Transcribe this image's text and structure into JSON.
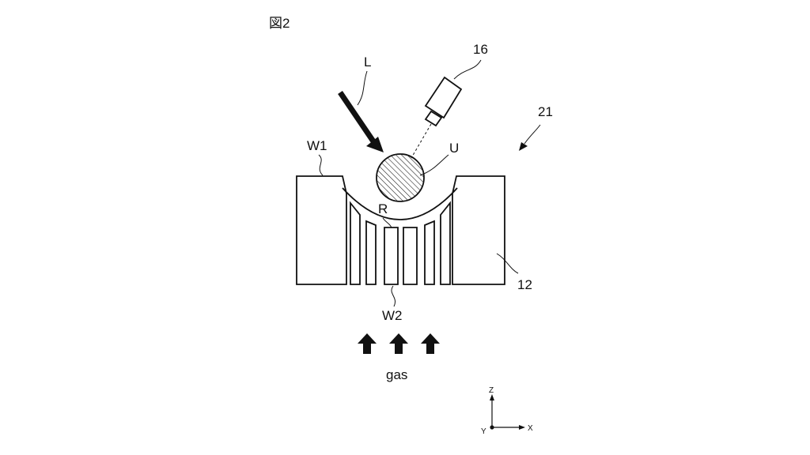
{
  "figure": {
    "caption": "図2",
    "labels": {
      "laser": "L",
      "camera": "16",
      "apparatus": "21",
      "wall_outer": "W1",
      "particle": "U",
      "surface": "R",
      "stage": "12",
      "wall_inner": "W2",
      "gas": "gas"
    },
    "axes": {
      "z": "Z",
      "x": "X",
      "y": "Y"
    }
  },
  "colors": {
    "ink": "#111111",
    "background": "#ffffff"
  }
}
